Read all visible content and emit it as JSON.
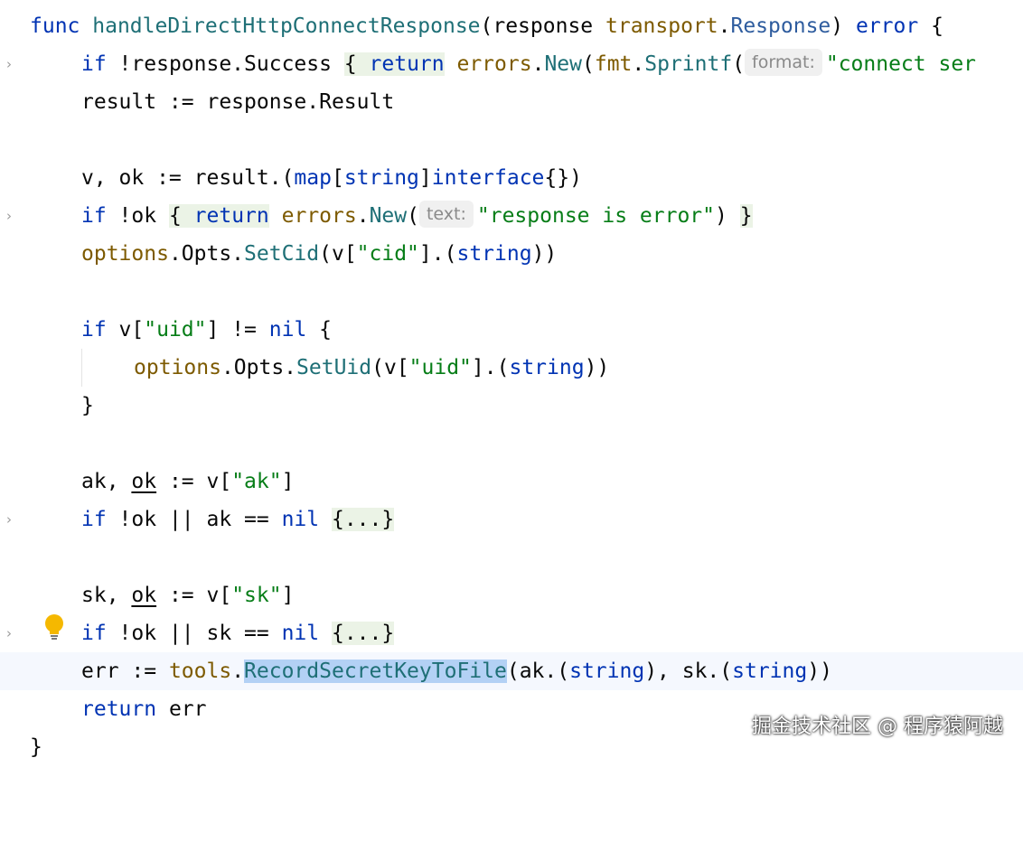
{
  "editor": {
    "line1": {
      "func": "func",
      "name": "handleDirectHttpConnectResponse",
      "p1": "(response ",
      "pkg": "transport",
      "dot": ".",
      "type": "Response",
      "p2": ") ",
      "ret": "error",
      "p3": " {"
    },
    "line2": {
      "if": "if",
      "cond": " !response.Success ",
      "lb": "{",
      "sp": " ",
      "ret": "return",
      "sp2": " ",
      "pkg": "errors",
      "dot": ".",
      "fn": "New",
      "p1": "(",
      "pkg2": "fmt",
      "dot2": ".",
      "fn2": "Sprintf",
      "p2": "(",
      "hint": "format:",
      "str": "\"connect ser"
    },
    "line3": {
      "text": "result := response.Result"
    },
    "line5": {
      "p1": "v, ok := result.(",
      "kw1": "map",
      "p2": "[",
      "kw2": "string",
      "p3": "]",
      "kw3": "interface",
      "p4": "{})"
    },
    "line6": {
      "if": "if",
      "cond": " !ok ",
      "lb": "{",
      "sp": " ",
      "ret": "return",
      "sp2": " ",
      "pkg": "errors",
      "dot": ".",
      "fn": "New",
      "p1": "(",
      "hint": "text:",
      "str": "\"response is error\"",
      "p2": ") ",
      "rb": "}"
    },
    "line7": {
      "pkg": "options",
      "p1": ".Opts.",
      "fn": "SetCid",
      "p2": "(v[",
      "str": "\"cid\"",
      "p3": "].(",
      "kw": "string",
      "p4": "))"
    },
    "line9": {
      "if": "if",
      "p1": " v[",
      "str": "\"uid\"",
      "p2": "] != ",
      "nil": "nil",
      "p3": " {"
    },
    "line10": {
      "pkg": "options",
      "p1": ".Opts.",
      "fn": "SetUid",
      "p2": "(v[",
      "str": "\"uid\"",
      "p3": "].(",
      "kw": "string",
      "p4": "))"
    },
    "line11": {
      "text": "}"
    },
    "line13": {
      "p1": "ak, ",
      "ok": "ok",
      "p2": " := v[",
      "str": "\"ak\"",
      "p3": "]"
    },
    "line14": {
      "if": "if",
      "p1": " !ok || ak == ",
      "nil": "nil",
      "sp": " ",
      "folded": "{...}"
    },
    "line16": {
      "p1": "sk, ",
      "ok": "ok",
      "p2": " := v[",
      "str": "\"sk\"",
      "p3": "]"
    },
    "line17": {
      "if": "if",
      "p1": " !ok || sk == ",
      "nil": "nil",
      "sp": " ",
      "folded": "{...}"
    },
    "line18": {
      "p1": "err := ",
      "pkg": "tools",
      "dot": ".",
      "fn": "RecordSecretKeyToFile",
      "p2": "(ak.(",
      "kw1": "string",
      "p3": "), sk.(",
      "kw2": "string",
      "p4": "))"
    },
    "line19": {
      "ret": "return",
      "p1": " err"
    },
    "line20": {
      "text": "}"
    }
  },
  "watermark": "掘金技术社区 @ 程序猿阿越",
  "icons": {
    "fold": "chevron-right-icon",
    "intention": "lightbulb-icon"
  },
  "colors": {
    "keyword": "#0033b3",
    "string": "#067d17",
    "package": "#7d5a00",
    "function": "#1e6f76",
    "selection": "#b3d1f5"
  }
}
